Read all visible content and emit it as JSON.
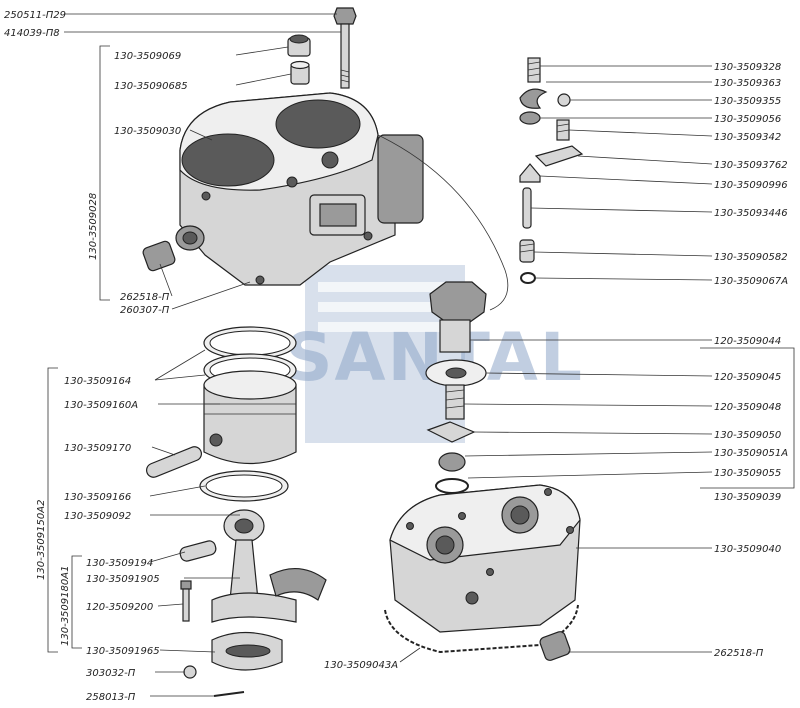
{
  "watermark": {
    "text": "SANTAL",
    "color": "#8fa7c9"
  },
  "labels": {
    "l01": "250511-П29",
    "l02": "414039-П8",
    "l03": "130-3509069",
    "l04": "130-35090685",
    "l05": "130-3509030",
    "l06": "262518-П",
    "l07": "260307-П",
    "l08": "130-3509164",
    "l09": "130-3509160А",
    "l10": "130-3509170",
    "l11": "130-3509166",
    "l12": "130-3509092",
    "l13": "130-3509194",
    "l14": "130-35091905",
    "l15": "120-3509200",
    "l16": "130-35091965",
    "l17": "303032-П",
    "l18": "258013-П",
    "l19": "130-3509328",
    "l20": "130-3509363",
    "l21": "130-3509355",
    "l22": "130-3509056",
    "l23": "130-3509342",
    "l24": "130-35093762",
    "l25": "130-35090996",
    "l26": "130-35093446",
    "l27": "130-35090582",
    "l28": "130-3509067А",
    "l29": "120-3509044",
    "l30": "120-3509045",
    "l31": "120-3509048",
    "l32": "130-3509050",
    "l33": "130-3509051А",
    "l34": "130-3509055",
    "l35": "130-3509039",
    "l36": "130-3509040",
    "l37": "262518-П",
    "l38": "130-3509043А"
  },
  "group_labels": {
    "cylinder_block": "130-3509028",
    "piston_group": "130-3509150А2",
    "connecting_rod": "130-3509180А1"
  }
}
